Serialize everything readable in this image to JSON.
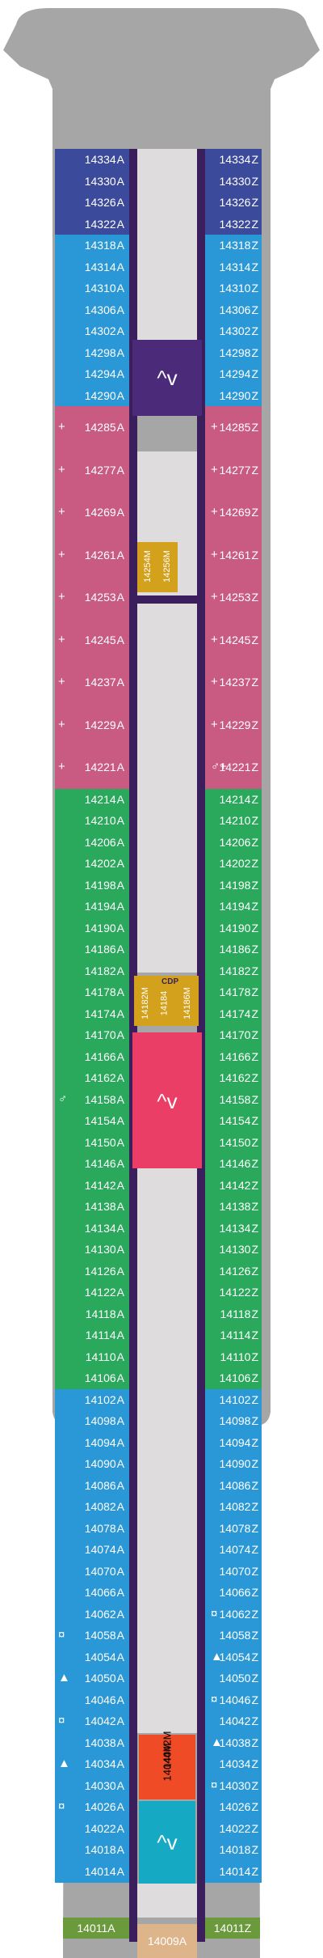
{
  "colors": {
    "hull_gray": "#a7a6a6",
    "corridor": "#3a1f5c",
    "hall": "#dedcdc",
    "navy": "#3b4a9a",
    "blue": "#2a98d6",
    "pink": "#c95a82",
    "green": "#2aa85c",
    "purple": "#4c2a7a",
    "red": "#ea3e66",
    "teal": "#16a9c4",
    "orange_red": "#ee4b26",
    "gold": "#d4a11c",
    "olive": "#6b9a3c",
    "tan": "#deb58a"
  },
  "port_cabins": [
    {
      "num": "14334",
      "suf": "A",
      "color": "navy"
    },
    {
      "num": "14330",
      "suf": "A",
      "color": "navy"
    },
    {
      "num": "14326",
      "suf": "A",
      "color": "navy"
    },
    {
      "num": "14322",
      "suf": "A",
      "color": "navy"
    },
    {
      "num": "14318",
      "suf": "A",
      "color": "blue"
    },
    {
      "num": "14314",
      "suf": "A",
      "color": "blue"
    },
    {
      "num": "14310",
      "suf": "A",
      "color": "blue"
    },
    {
      "num": "14306",
      "suf": "A",
      "color": "blue"
    },
    {
      "num": "14302",
      "suf": "A",
      "color": "blue"
    },
    {
      "num": "14298",
      "suf": "A",
      "color": "blue"
    },
    {
      "num": "14294",
      "suf": "A",
      "color": "blue"
    },
    {
      "num": "14290",
      "suf": "A",
      "color": "blue"
    },
    {
      "num": "14285",
      "suf": "A",
      "color": "pink",
      "sym": "+"
    },
    {
      "num": "14277",
      "suf": "A",
      "color": "pink",
      "sym": "+"
    },
    {
      "num": "14269",
      "suf": "A",
      "color": "pink",
      "sym": "+"
    },
    {
      "num": "14261",
      "suf": "A",
      "color": "pink",
      "sym": "+"
    },
    {
      "num": "14253",
      "suf": "A",
      "color": "pink",
      "sym": "+"
    },
    {
      "num": "14245",
      "suf": "A",
      "color": "pink",
      "sym": "+"
    },
    {
      "num": "14237",
      "suf": "A",
      "color": "pink",
      "sym": "+"
    },
    {
      "num": "14229",
      "suf": "A",
      "color": "pink",
      "sym": "+"
    },
    {
      "num": "14221",
      "suf": "A",
      "color": "pink",
      "sym": "+"
    },
    {
      "num": "14214",
      "suf": "A",
      "color": "green"
    },
    {
      "num": "14210",
      "suf": "A",
      "color": "green"
    },
    {
      "num": "14206",
      "suf": "A",
      "color": "green"
    },
    {
      "num": "14202",
      "suf": "A",
      "color": "green"
    },
    {
      "num": "14198",
      "suf": "A",
      "color": "green"
    },
    {
      "num": "14194",
      "suf": "A",
      "color": "green"
    },
    {
      "num": "14190",
      "suf": "A",
      "color": "green"
    },
    {
      "num": "14186",
      "suf": "A",
      "color": "green"
    },
    {
      "num": "14182",
      "suf": "A",
      "color": "green"
    },
    {
      "num": "14178",
      "suf": "A",
      "color": "green"
    },
    {
      "num": "14174",
      "suf": "A",
      "color": "green"
    },
    {
      "num": "14170",
      "suf": "A",
      "color": "green"
    },
    {
      "num": "14166",
      "suf": "A",
      "color": "green"
    },
    {
      "num": "14162",
      "suf": "A",
      "color": "green"
    },
    {
      "num": "14158",
      "suf": "A",
      "color": "green",
      "sym": "♂"
    },
    {
      "num": "14154",
      "suf": "A",
      "color": "green"
    },
    {
      "num": "14150",
      "suf": "A",
      "color": "green"
    },
    {
      "num": "14146",
      "suf": "A",
      "color": "green"
    },
    {
      "num": "14142",
      "suf": "A",
      "color": "green"
    },
    {
      "num": "14138",
      "suf": "A",
      "color": "green"
    },
    {
      "num": "14134",
      "suf": "A",
      "color": "green"
    },
    {
      "num": "14130",
      "suf": "A",
      "color": "green"
    },
    {
      "num": "14126",
      "suf": "A",
      "color": "green"
    },
    {
      "num": "14122",
      "suf": "A",
      "color": "green"
    },
    {
      "num": "14118",
      "suf": "A",
      "color": "green"
    },
    {
      "num": "14114",
      "suf": "A",
      "color": "green"
    },
    {
      "num": "14110",
      "suf": "A",
      "color": "green"
    },
    {
      "num": "14106",
      "suf": "A",
      "color": "green"
    },
    {
      "num": "14102",
      "suf": "A",
      "color": "blue"
    },
    {
      "num": "14098",
      "suf": "A",
      "color": "blue"
    },
    {
      "num": "14094",
      "suf": "A",
      "color": "blue"
    },
    {
      "num": "14090",
      "suf": "A",
      "color": "blue"
    },
    {
      "num": "14086",
      "suf": "A",
      "color": "blue"
    },
    {
      "num": "14082",
      "suf": "A",
      "color": "blue"
    },
    {
      "num": "14078",
      "suf": "A",
      "color": "blue"
    },
    {
      "num": "14074",
      "suf": "A",
      "color": "blue"
    },
    {
      "num": "14070",
      "suf": "A",
      "color": "blue"
    },
    {
      "num": "14066",
      "suf": "A",
      "color": "blue"
    },
    {
      "num": "14062",
      "suf": "A",
      "color": "blue"
    },
    {
      "num": "14058",
      "suf": "A",
      "color": "blue",
      "sym": "¤"
    },
    {
      "num": "14054",
      "suf": "A",
      "color": "blue"
    },
    {
      "num": "14050",
      "suf": "A",
      "color": "blue",
      "sym": "▲"
    },
    {
      "num": "14046",
      "suf": "A",
      "color": "blue"
    },
    {
      "num": "14042",
      "suf": "A",
      "color": "blue",
      "sym": "¤"
    },
    {
      "num": "14038",
      "suf": "A",
      "color": "blue"
    },
    {
      "num": "14034",
      "suf": "A",
      "color": "blue",
      "sym": "▲"
    },
    {
      "num": "14030",
      "suf": "A",
      "color": "blue"
    },
    {
      "num": "14026",
      "suf": "A",
      "color": "blue",
      "sym": "¤"
    },
    {
      "num": "14022",
      "suf": "A",
      "color": "blue"
    },
    {
      "num": "14018",
      "suf": "A",
      "color": "blue"
    },
    {
      "num": "14014",
      "suf": "A",
      "color": "blue"
    }
  ],
  "starboard_cabins": [
    {
      "num": "14334",
      "suf": "Z",
      "color": "navy"
    },
    {
      "num": "14330",
      "suf": "Z",
      "color": "navy"
    },
    {
      "num": "14326",
      "suf": "Z",
      "color": "navy"
    },
    {
      "num": "14322",
      "suf": "Z",
      "color": "navy"
    },
    {
      "num": "14318",
      "suf": "Z",
      "color": "blue"
    },
    {
      "num": "14314",
      "suf": "Z",
      "color": "blue"
    },
    {
      "num": "14310",
      "suf": "Z",
      "color": "blue"
    },
    {
      "num": "14306",
      "suf": "Z",
      "color": "blue"
    },
    {
      "num": "14302",
      "suf": "Z",
      "color": "blue"
    },
    {
      "num": "14298",
      "suf": "Z",
      "color": "blue"
    },
    {
      "num": "14294",
      "suf": "Z",
      "color": "blue"
    },
    {
      "num": "14290",
      "suf": "Z",
      "color": "blue"
    },
    {
      "num": "14285",
      "suf": "Z",
      "color": "pink",
      "sym": "+"
    },
    {
      "num": "14277",
      "suf": "Z",
      "color": "pink",
      "sym": "+"
    },
    {
      "num": "14269",
      "suf": "Z",
      "color": "pink",
      "sym": "+"
    },
    {
      "num": "14261",
      "suf": "Z",
      "color": "pink",
      "sym": "+"
    },
    {
      "num": "14253",
      "suf": "Z",
      "color": "pink",
      "sym": "+"
    },
    {
      "num": "14245",
      "suf": "Z",
      "color": "pink",
      "sym": "+"
    },
    {
      "num": "14237",
      "suf": "Z",
      "color": "pink",
      "sym": "+"
    },
    {
      "num": "14229",
      "suf": "Z",
      "color": "pink",
      "sym": "+"
    },
    {
      "num": "14221",
      "suf": "Z",
      "color": "pink",
      "sym": "♂+"
    },
    {
      "num": "14214",
      "suf": "Z",
      "color": "green"
    },
    {
      "num": "14210",
      "suf": "Z",
      "color": "green"
    },
    {
      "num": "14206",
      "suf": "Z",
      "color": "green"
    },
    {
      "num": "14202",
      "suf": "Z",
      "color": "green"
    },
    {
      "num": "14198",
      "suf": "Z",
      "color": "green"
    },
    {
      "num": "14194",
      "suf": "Z",
      "color": "green"
    },
    {
      "num": "14190",
      "suf": "Z",
      "color": "green"
    },
    {
      "num": "14186",
      "suf": "Z",
      "color": "green"
    },
    {
      "num": "14182",
      "suf": "Z",
      "color": "green"
    },
    {
      "num": "14178",
      "suf": "Z",
      "color": "green"
    },
    {
      "num": "14174",
      "suf": "Z",
      "color": "green"
    },
    {
      "num": "14170",
      "suf": "Z",
      "color": "green"
    },
    {
      "num": "14166",
      "suf": "Z",
      "color": "green"
    },
    {
      "num": "14162",
      "suf": "Z",
      "color": "green"
    },
    {
      "num": "14158",
      "suf": "Z",
      "color": "green"
    },
    {
      "num": "14154",
      "suf": "Z",
      "color": "green"
    },
    {
      "num": "14150",
      "suf": "Z",
      "color": "green"
    },
    {
      "num": "14146",
      "suf": "Z",
      "color": "green"
    },
    {
      "num": "14142",
      "suf": "Z",
      "color": "green"
    },
    {
      "num": "14138",
      "suf": "Z",
      "color": "green"
    },
    {
      "num": "14134",
      "suf": "Z",
      "color": "green"
    },
    {
      "num": "14130",
      "suf": "Z",
      "color": "green"
    },
    {
      "num": "14126",
      "suf": "Z",
      "color": "green"
    },
    {
      "num": "14122",
      "suf": "Z",
      "color": "green"
    },
    {
      "num": "14118",
      "suf": "Z",
      "color": "green"
    },
    {
      "num": "14114",
      "suf": "Z",
      "color": "green"
    },
    {
      "num": "14110",
      "suf": "Z",
      "color": "green"
    },
    {
      "num": "14106",
      "suf": "Z",
      "color": "green"
    },
    {
      "num": "14102",
      "suf": "Z",
      "color": "blue"
    },
    {
      "num": "14098",
      "suf": "Z",
      "color": "blue"
    },
    {
      "num": "14094",
      "suf": "Z",
      "color": "blue"
    },
    {
      "num": "14090",
      "suf": "Z",
      "color": "blue"
    },
    {
      "num": "14086",
      "suf": "Z",
      "color": "blue"
    },
    {
      "num": "14082",
      "suf": "Z",
      "color": "blue"
    },
    {
      "num": "14078",
      "suf": "Z",
      "color": "blue"
    },
    {
      "num": "14074",
      "suf": "Z",
      "color": "blue"
    },
    {
      "num": "14070",
      "suf": "Z",
      "color": "blue"
    },
    {
      "num": "14066",
      "suf": "Z",
      "color": "blue"
    },
    {
      "num": "14062",
      "suf": "Z",
      "color": "blue",
      "sym": "¤"
    },
    {
      "num": "14058",
      "suf": "Z",
      "color": "blue"
    },
    {
      "num": "14054",
      "suf": "Z",
      "color": "blue",
      "sym": "▲"
    },
    {
      "num": "14050",
      "suf": "Z",
      "color": "blue"
    },
    {
      "num": "14046",
      "suf": "Z",
      "color": "blue",
      "sym": "¤"
    },
    {
      "num": "14042",
      "suf": "Z",
      "color": "blue"
    },
    {
      "num": "14038",
      "suf": "Z",
      "color": "blue",
      "sym": "▲"
    },
    {
      "num": "14034",
      "suf": "Z",
      "color": "blue"
    },
    {
      "num": "14030",
      "suf": "Z",
      "color": "blue",
      "sym": "¤"
    },
    {
      "num": "14026",
      "suf": "Z",
      "color": "blue"
    },
    {
      "num": "14022",
      "suf": "Z",
      "color": "blue"
    },
    {
      "num": "14018",
      "suf": "Z",
      "color": "blue"
    },
    {
      "num": "14014",
      "suf": "Z",
      "color": "blue"
    }
  ],
  "center_cabins": {
    "upper_left": "14254M",
    "upper_right": "14256M",
    "mid_left": "14182M",
    "mid_center": "14184",
    "mid_right": "14186M",
    "mid_tag": "CDP",
    "lower_left": "14042M",
    "lower_right": "14044M"
  },
  "bottom_row": {
    "left": "14011A",
    "center": "14009A",
    "right": "14011Z"
  },
  "elevator_glyph": "^v"
}
